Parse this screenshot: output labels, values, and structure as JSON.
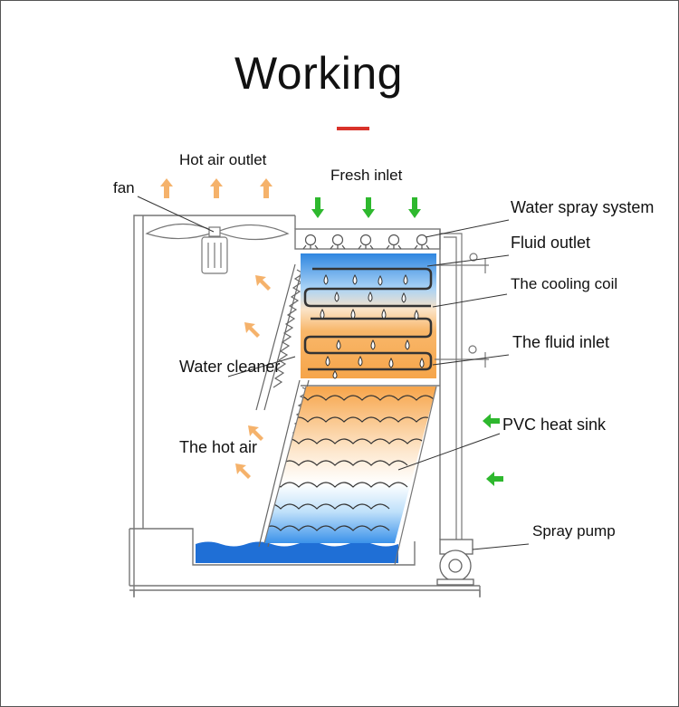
{
  "title": "Working",
  "colors": {
    "accent_bar": "#d9322a",
    "hot_arrow": "#f5b26b",
    "fresh_arrow": "#2eb82e",
    "coil_blue": "#3a8fe0",
    "coil_orange": "#f6a54a",
    "basin_water": "#1f6fd6"
  },
  "labels": {
    "hot_air_outlet": "Hot air outlet",
    "fresh_inlet": "Fresh inlet",
    "fan": "fan",
    "water_spray_system": "Water spray system",
    "fluid_outlet": "Fluid outlet",
    "cooling_coil": "The cooling coil",
    "fluid_inlet": "The fluid inlet",
    "water_cleaner": "Water cleaner",
    "pvc_heat_sink": "PVC heat sink",
    "hot_air": "The hot air",
    "spray_pump": "Spray pump"
  },
  "icons": [
    "fan-icon",
    "up-arrow-icon",
    "down-arrow-icon",
    "left-arrow-icon",
    "spray-nozzle-icon",
    "pump-icon",
    "water-drop-icon"
  ]
}
